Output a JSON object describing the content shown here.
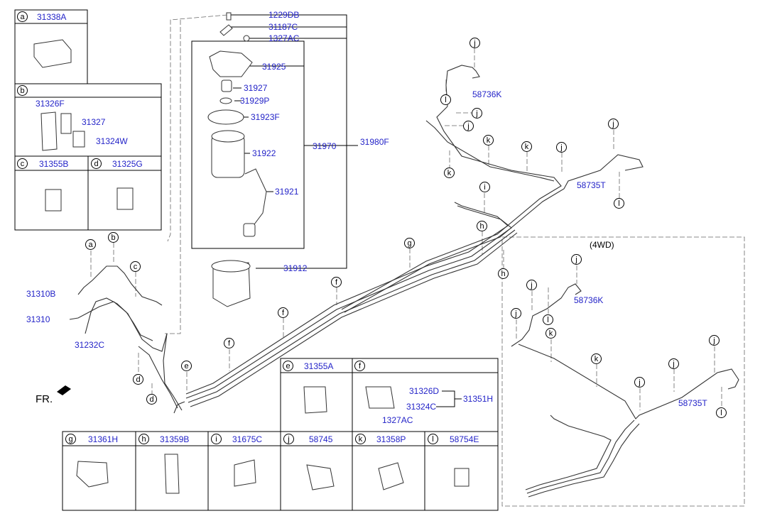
{
  "colors": {
    "label": "#2323c8",
    "line": "#000000",
    "pipe": "#444444"
  },
  "legend_boxes": {
    "a": {
      "letter": "a",
      "part": "31338A"
    },
    "b": {
      "letter": "b",
      "part_main": "31326F",
      "part_2": "31327",
      "part_3": "31324W"
    },
    "c": {
      "letter": "c",
      "part": "31355B"
    },
    "d": {
      "letter": "d",
      "part": "31325G"
    },
    "e": {
      "letter": "e",
      "part": "31355A"
    },
    "f": {
      "letter": "f",
      "part_1": "31326D",
      "part_2": "31324C",
      "part_3": "31351H",
      "part_4": "1327AC"
    },
    "g": {
      "letter": "g",
      "part": "31361H"
    },
    "h": {
      "letter": "h",
      "part": "31359B"
    },
    "i": {
      "letter": "i",
      "part": "31675C"
    },
    "j": {
      "letter": "j",
      "part": "58745"
    },
    "k": {
      "letter": "k",
      "part": "31358P"
    },
    "l": {
      "letter": "l",
      "part": "58754E"
    }
  },
  "filter_assembly": {
    "p1229DB": "1229DB",
    "p31187C": "31187C",
    "p1327AC": "1327AC",
    "p31925": "31925",
    "p31927": "31927",
    "p31929P": "31929P",
    "p31923F": "31923F",
    "p31922": "31922",
    "p31921": "31921",
    "p31970": "31970",
    "p31980F": "31980F",
    "p31912": "31912"
  },
  "lines": {
    "p58736K": "58736K",
    "p58735T": "58735T",
    "p31310B": "31310B",
    "p31310": "31310",
    "p31232C": "31232C"
  },
  "fwd": {
    "title": "(4WD)",
    "p58736K": "58736K",
    "p58735T": "58735T"
  },
  "front_label": "FR.",
  "callouts": {
    "a": "a",
    "b": "b",
    "c": "c",
    "d": "d",
    "e": "e",
    "f": "f",
    "g": "g",
    "h": "h",
    "i": "i",
    "j": "j",
    "k": "k",
    "l": "l"
  }
}
